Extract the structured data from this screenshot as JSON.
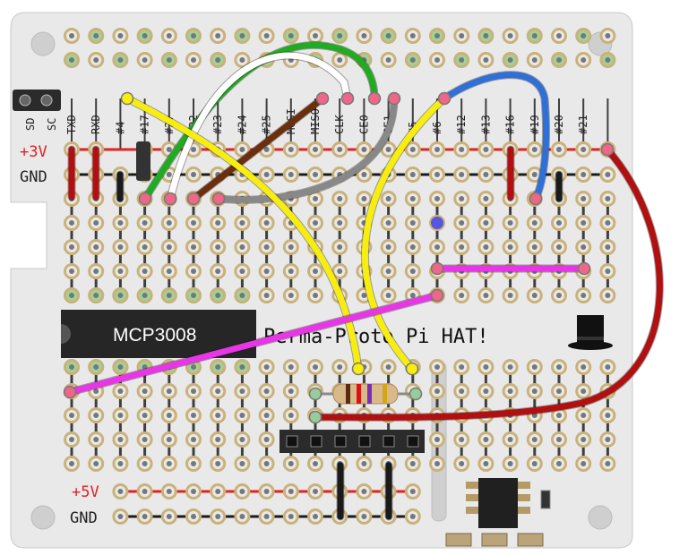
{
  "board": {
    "title": "Perma-Proto Pi HAT!",
    "chip": "MCP3008",
    "rail_top_power": "+3V",
    "rail_top_ground": "GND",
    "rail_bottom_power": "+5V",
    "rail_bottom_ground": "GND",
    "header_left_labels": [
      "SD",
      "SC"
    ],
    "pin_labels": [
      "TXD",
      "RXD",
      "#4",
      "#17",
      "#27",
      "#22",
      "#23",
      "#24",
      "#25",
      "MOSI",
      "MISO",
      "CLK",
      "CE0",
      "CE1",
      "#5",
      "#6",
      "#12",
      "#13",
      "#16",
      "#19",
      "#20",
      "#21"
    ]
  },
  "colors": {
    "board": "#e9e9e9",
    "trace": "#3f3f3f",
    "pad_green": "#9fd39a",
    "pad_ring": "#c9b27a",
    "rail_power": "#e02222",
    "wire_red": "#b01010",
    "wire_black": "#1a1a1a",
    "wire_yellow": "#f7ee10",
    "wire_magenta": "#e636e6",
    "wire_green": "#22aa22",
    "wire_white": "#ffffff",
    "wire_brown": "#6b2f0e",
    "wire_gray": "#888888",
    "wire_blue": "#2f6fd6"
  }
}
